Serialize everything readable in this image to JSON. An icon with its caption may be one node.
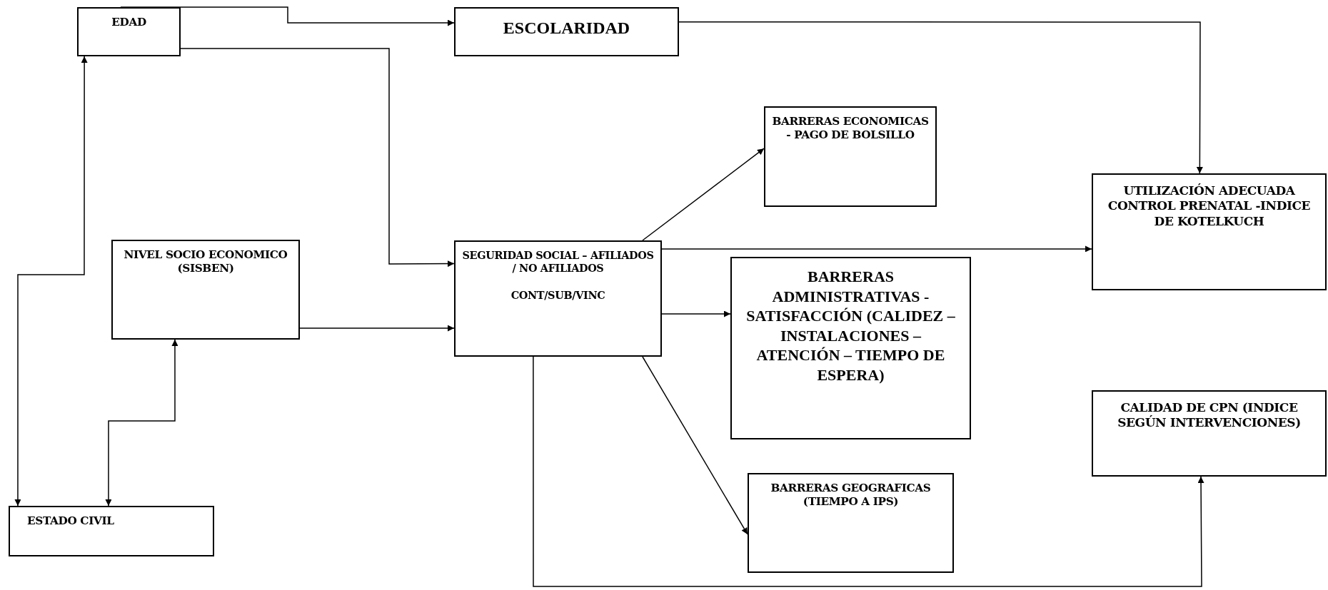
{
  "diagram": {
    "nodes": [
      {
        "text": [
          "EDAD"
        ]
      },
      {
        "text": [
          "ESCOLARIDAD"
        ]
      },
      {
        "text": [
          "BARRERAS ECONOMICAS - PAGO DE BOLSILLO"
        ]
      },
      {
        "text": [
          "UTILIZACIÓN ADECUADA CONTROL PRENATAL -INDICE DE KOTELKUCH"
        ]
      },
      {
        "text": [
          "NIVEL SOCIO ECONOMICO (SISBEN)"
        ]
      },
      {
        "text": [
          "SEGURIDAD SOCIAL – AFILIADOS / NO AFILIADOS",
          "CONT/SUB/VINC"
        ]
      },
      {
        "text": [
          "BARRERAS ADMINISTRATIVAS - SATISFACCIÓN (CALIDEZ – INSTALACIONES – ATENCIÓN – TIEMPO DE ESPERA)"
        ]
      },
      {
        "text": [
          "CALIDAD DE CPN (INDICE SEGÚN INTERVENCIONES)"
        ]
      },
      {
        "text": [
          "BARRERAS GEOGRAFICAS (TIEMPO A IPS)"
        ]
      },
      {
        "text": [
          "ESTADO CIVIL"
        ]
      }
    ],
    "edges": [
      {
        "from": 0,
        "to": 1,
        "arrow": "to"
      },
      {
        "from": 0,
        "to": 5,
        "arrow": "to"
      },
      {
        "from": 4,
        "to": 5,
        "arrow": "to"
      },
      {
        "from": 9,
        "to": 0,
        "arrow": "both"
      },
      {
        "from": 9,
        "to": 4,
        "arrow": "both"
      },
      {
        "from": 1,
        "to": 3,
        "arrow": "to"
      },
      {
        "from": 5,
        "to": 2,
        "arrow": "to"
      },
      {
        "from": 5,
        "to": 3,
        "arrow": "to"
      },
      {
        "from": 5,
        "to": 6,
        "arrow": "to"
      },
      {
        "from": 5,
        "to": 8,
        "arrow": "to"
      },
      {
        "from": 5,
        "to": 7,
        "arrow": "to"
      }
    ]
  }
}
